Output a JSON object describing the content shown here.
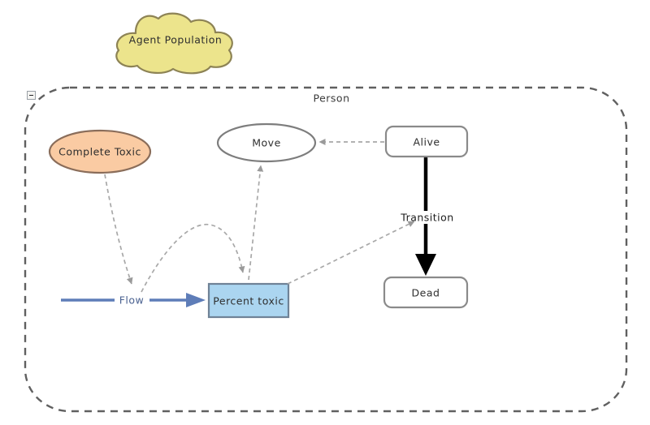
{
  "diagram": {
    "population_cloud": {
      "label": "Agent Population",
      "fill": "#ECE48C",
      "stroke": "#8D8355"
    },
    "agent_frame": {
      "label": "Person",
      "border_color": "#606060"
    },
    "icons": {
      "collapse": "minus-in-box"
    },
    "nodes": {
      "complete_toxic": {
        "label": "Complete Toxic",
        "fill": "#FACBA3",
        "stroke": "#8A6D5A"
      },
      "move": {
        "label": "Move",
        "fill": "#FFFFFF",
        "stroke": "#7D7D7D"
      },
      "alive": {
        "label": "Alive",
        "fill": "#FFFFFF",
        "stroke": "#8A8A8A"
      },
      "dead": {
        "label": "Dead",
        "fill": "#FFFFFF",
        "stroke": "#8A8A8A"
      },
      "percent_toxic": {
        "label": "Percent toxic",
        "fill": "#ABD5F0",
        "stroke": "#6F8296"
      }
    },
    "edges": {
      "flow": {
        "label": "Flow",
        "color": "#5E7DB8"
      },
      "transition": {
        "label": "Transition",
        "color": "#000000"
      },
      "dependency_link_color": "#A8A8A8"
    }
  }
}
